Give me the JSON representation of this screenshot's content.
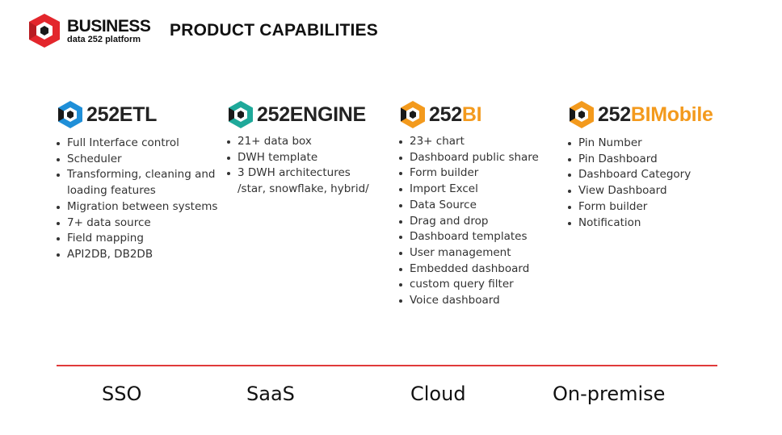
{
  "brand": {
    "name": "BUSINESS",
    "subtitle": "data 252 platform"
  },
  "page": {
    "title": "PRODUCT CAPABILITIES"
  },
  "colors": {
    "brand_red": "#e3262c",
    "etl_blue": "#1f8fd8",
    "engine_teal": "#1fa99a",
    "bi_orange": "#f39a1d",
    "divider_red": "#e03a3a"
  },
  "products": [
    {
      "name": "252ETL",
      "name_accent": "",
      "icon": "cube-logo-icon",
      "features": [
        "Full Interface control",
        "Scheduler",
        "Transforming, cleaning and",
        "loading features",
        "Migration between systems",
        "7+ data source",
        "Field mapping",
        "API2DB, DB2DB"
      ]
    },
    {
      "name": "252ENGINE",
      "name_accent": "",
      "icon": "cube-logo-icon",
      "features": [
        "21+ data box",
        "DWH template",
        "3 DWH architectures",
        "/star, snowflake, hybrid/"
      ]
    },
    {
      "name": "252",
      "name_accent": "BI",
      "icon": "cube-logo-icon",
      "features": [
        "23+ chart",
        "Dashboard public share",
        "Form builder",
        "Import Excel",
        "Data Source",
        "Drag and drop",
        "Dashboard templates",
        "User management",
        "Embedded dashboard",
        "custom query filter",
        "Voice dashboard"
      ]
    },
    {
      "name": "252",
      "name_accent": "BIMobile",
      "icon": "cube-logo-icon",
      "features": [
        "Pin Number",
        "Pin Dashboard",
        "Dashboard Category",
        "View Dashboard",
        "Form builder",
        "Notification"
      ]
    }
  ],
  "deployment": [
    "SSO",
    "SaaS",
    "Cloud",
    "On-premise"
  ]
}
